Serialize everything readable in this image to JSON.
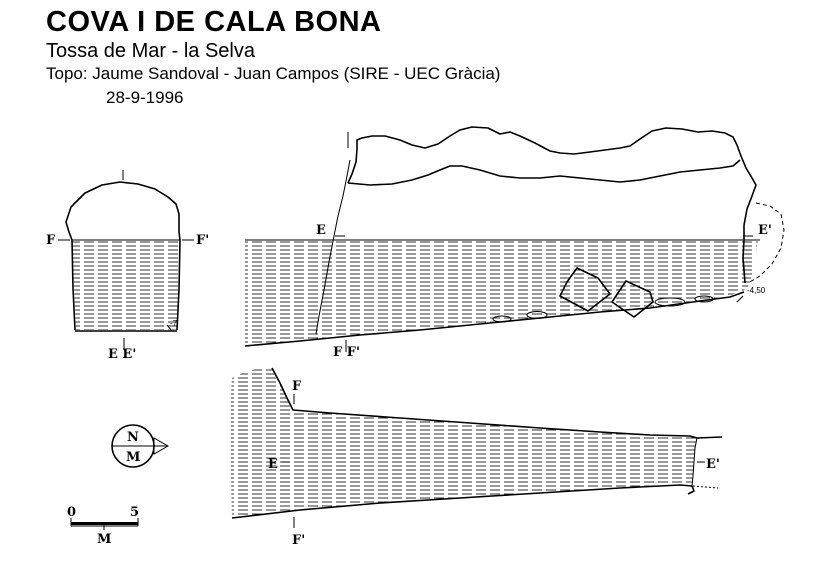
{
  "header": {
    "title": "COVA I DE CALA BONA",
    "location": "Tossa de Mar - la Selva",
    "credits": "Topo: Jaume Sandoval - Juan Campos  (SIRE - UEC Gràcia)",
    "date": "28-9-1996"
  },
  "cross_section": {
    "left_label": "F",
    "right_label": "F'",
    "bottom_label": "E E'",
    "depth": "-7"
  },
  "long_section": {
    "left_label": "E",
    "right_label": "E'",
    "bottom_label": "F F'",
    "depth": "-4,50"
  },
  "plan": {
    "top_label": "F",
    "bottom_label": "F'",
    "left_label": "E",
    "right_label": "E'"
  },
  "north_arrow": {
    "top": "N",
    "bottom": "M",
    "icon": "compass-icon"
  },
  "scale_bar": {
    "start": "0",
    "end": "5",
    "unit": "M"
  },
  "colors": {
    "ink": "#000000",
    "water": "#000000",
    "background": "#ffffff"
  }
}
